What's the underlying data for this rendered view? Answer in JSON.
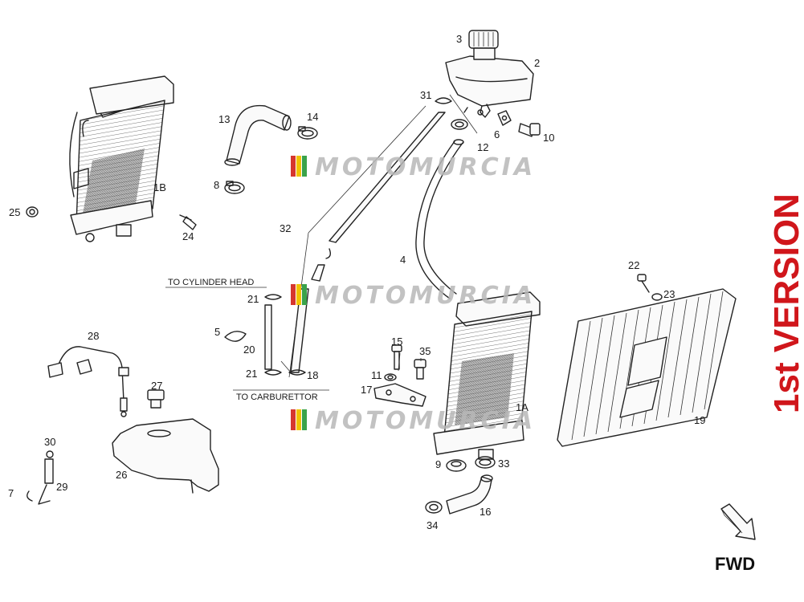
{
  "diagram": {
    "version_label": "1st VERSION",
    "direction_label": "FWD",
    "watermark": "MOTOMURCIA",
    "route_labels": {
      "to_cylinder_head": "TO CYLINDER HEAD",
      "to_carburettor": "TO CARBURETTOR"
    },
    "part_labels": {
      "p1A": "1A",
      "p1B": "1B",
      "p2": "2",
      "p3": "3",
      "p4": "4",
      "p5": "5",
      "p6": "6",
      "p7": "7",
      "p8": "8",
      "p9": "9",
      "p10": "10",
      "p11": "11",
      "p12": "12",
      "p13": "13",
      "p14": "14",
      "p15": "15",
      "p16": "16",
      "p17": "17",
      "p18": "18",
      "p19": "19",
      "p20": "20",
      "p21a": "21",
      "p21b": "21",
      "p22": "22",
      "p23": "23",
      "p24": "24",
      "p25": "25",
      "p26": "26",
      "p27": "27",
      "p28": "28",
      "p29": "29",
      "p30": "30",
      "p31": "31",
      "p32": "32",
      "p33": "33",
      "p34": "34",
      "p35": "35"
    },
    "colors": {
      "version": "#d0161b",
      "watermark_stripe_1": "#d6372e",
      "watermark_stripe_2": "#f2c200",
      "watermark_stripe_3": "#3aa34a"
    }
  }
}
